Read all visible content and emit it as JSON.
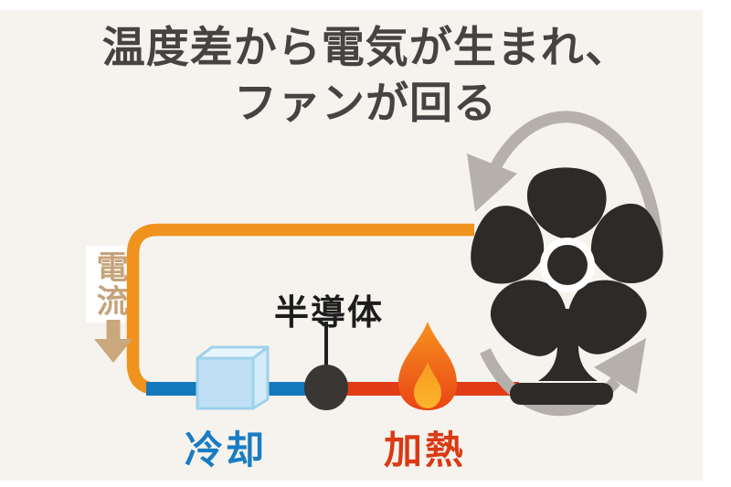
{
  "title": {
    "line1": "温度差から電気が生まれ、",
    "line2": "ファンが回る"
  },
  "diagram": {
    "current_label": "電流",
    "semiconductor_label": "半導体",
    "cooling_label": "冷却",
    "heating_label": "加熱"
  },
  "icons": {
    "fan": "fan-icon",
    "rotation_arrows": "rotation-arrow-icon",
    "flame": "flame-icon",
    "ice_cube": "ice-cube-icon",
    "current_down_arrow": "down-arrow-icon",
    "semiconductor_dot": "semiconductor-dot-icon"
  },
  "colors": {
    "background": "#f6f3ee",
    "margin_white": "#ffffff",
    "title_text": "#464343",
    "wire_orange": "#f0921e",
    "wire_blue": "#1478bd",
    "wire_red": "#e03c16",
    "current_text_tan": "#c5a37b",
    "semiconductor_black": "#393634",
    "flame_outer_top": "#f6921f",
    "flame_outer_bottom": "#ea4414",
    "flame_inner_top": "#f79a20",
    "flame_inner_bottom": "#fcb42c",
    "ice_front": "#bfe0f4",
    "ice_top": "#eaf6fd",
    "ice_side": "#d4ecf9",
    "ice_outline": "#9fd2ec",
    "fan_black": "#2d2a28",
    "rotation_gray": "#b5b0ac",
    "cooling_text": "#1a7cc2",
    "heating_text": "#da3a14"
  }
}
